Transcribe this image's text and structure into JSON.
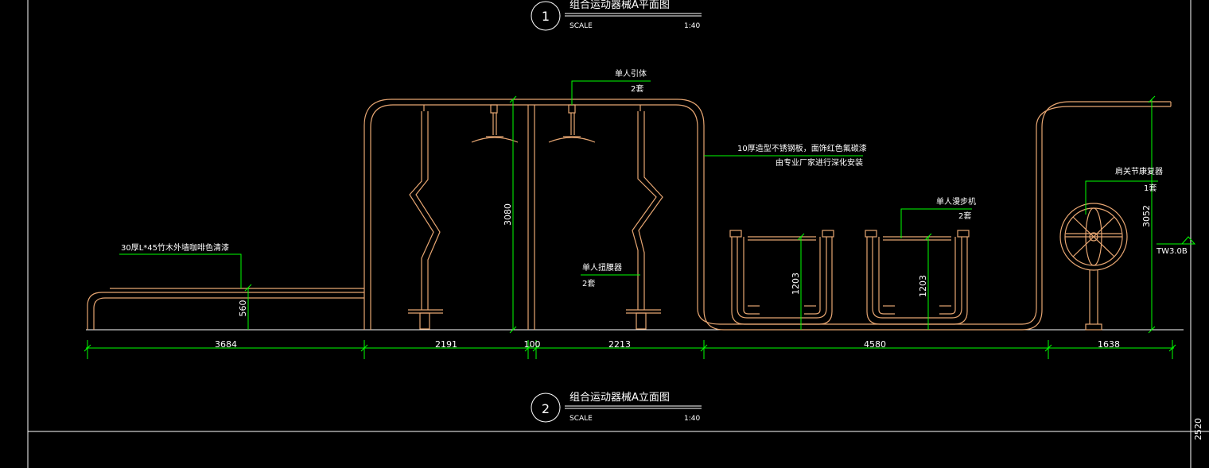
{
  "title_top": {
    "number": "1",
    "name": "组合运动器械A平面图",
    "scale_label": "SCALE",
    "scale_value": "1:40"
  },
  "title_bottom": {
    "number": "2",
    "name": "组合运动器械A立面图",
    "scale_label": "SCALE",
    "scale_value": "1:40"
  },
  "annotations": {
    "pullup_name": "单人引体",
    "pullup_qty": "2套",
    "panel_line1": "10厚造型不锈钢板，面饰红色氟碳漆",
    "panel_line2": "由专业厂家进行深化安装",
    "walker_name": "单人漫步机",
    "walker_qty": "2套",
    "shoulder_name": "肩关节康复器",
    "shoulder_qty": "1套",
    "bench_note": "30厚L*45竹木外墙咖啡色清漆",
    "twist_name": "单人扭腰器",
    "twist_qty": "2套",
    "tw_level": "TW3.0B"
  },
  "dimensions": {
    "height_3080": "3080",
    "height_560": "560",
    "height_1203_a": "1203",
    "height_1203_b": "1203",
    "height_3052": "3052",
    "side_2520": "2520",
    "horizontal": [
      "3684",
      "2191",
      "100",
      "2213",
      "4580",
      "1638"
    ]
  },
  "colors": {
    "background": "#000000",
    "equipment": "#e7a672",
    "dimension": "#00ff00",
    "text": "#ffffff"
  }
}
